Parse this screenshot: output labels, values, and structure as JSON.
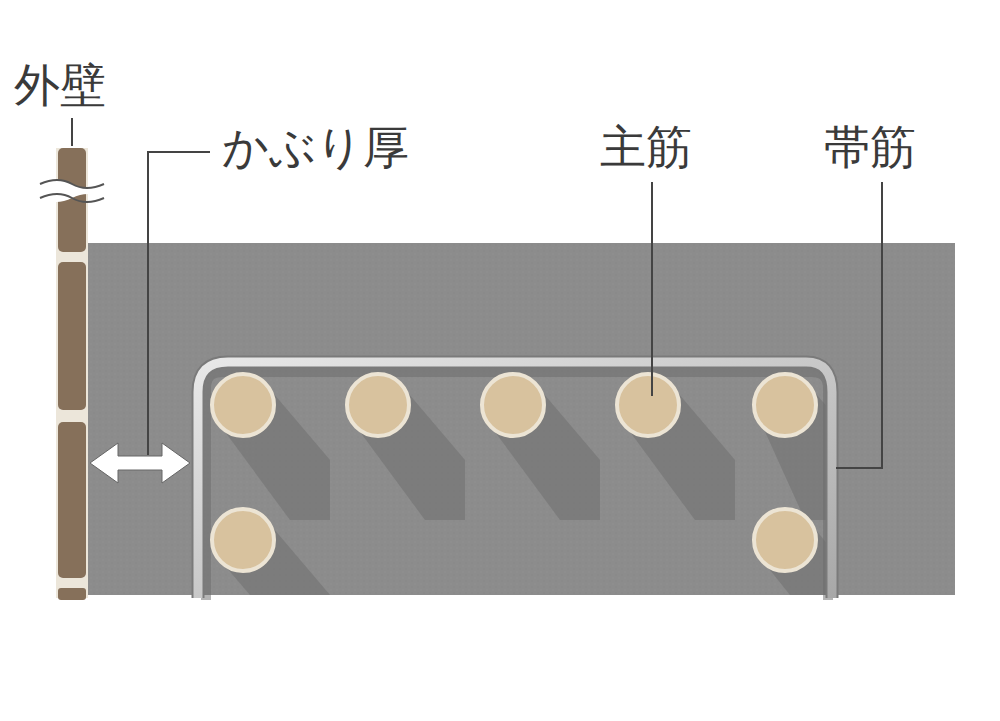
{
  "diagram": {
    "labels": [
      "外壁",
      "かぶり厚",
      "主筋",
      "帯筋"
    ]
  }
}
